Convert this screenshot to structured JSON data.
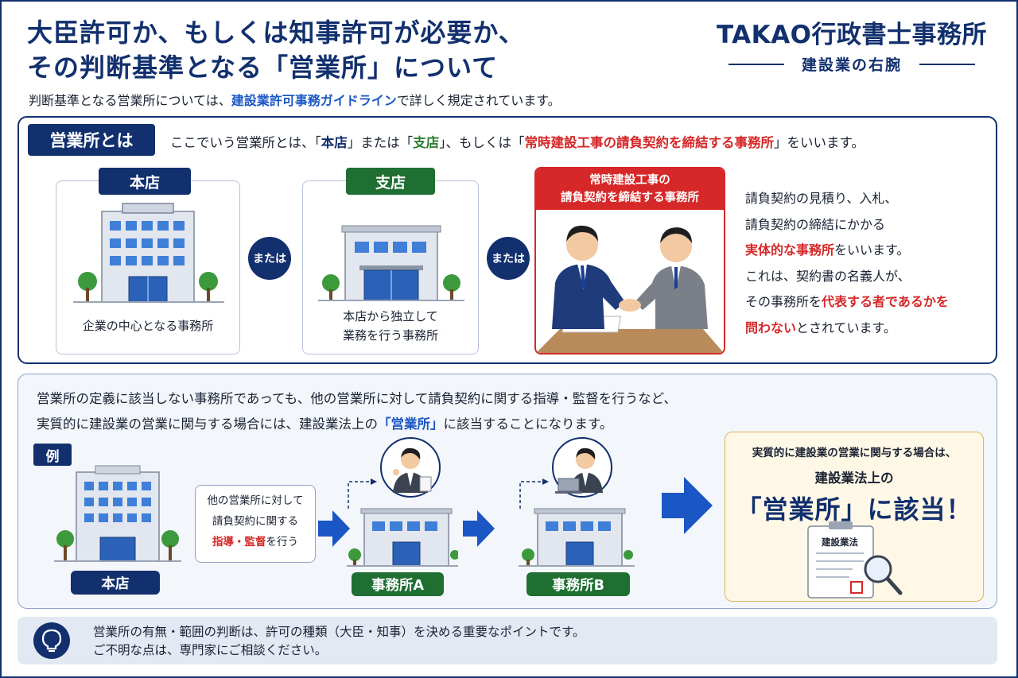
{
  "header": {
    "title_line1": "大臣許可か、もしくは知事許可が必要か、",
    "title_line2": "その判断基準となる「営業所」について",
    "brand_name": "TAKAO行政書士事務所",
    "brand_sub": "建設業の右腕",
    "subtitle_pre": "判断基準となる営業所については、",
    "subtitle_link": "建設業許可事務ガイドライン",
    "subtitle_post": "で詳しく規定されています。"
  },
  "definition": {
    "tag": "営業所とは",
    "text_a": "ここでいう営業所とは、「",
    "honten": "本店",
    "text_b": "」または「",
    "shiten": "支店",
    "text_c": "」、もしくは「",
    "office": "常時建設工事の請負契約を締結する事務所",
    "text_d": "」をいいます。"
  },
  "cards": {
    "honten_label": "本店",
    "honten_desc": "企業の中心となる事務所",
    "or1": "または",
    "shiten_label": "支店",
    "shiten_desc1": "本店から独立して",
    "shiten_desc2": "業務を行う事務所",
    "or2": "または",
    "office_label1": "常時建設工事の",
    "office_label2": "請負契約を締結する事務所"
  },
  "side": {
    "line1": "請負契約の見積り、入札、",
    "line2": "請負契約の締結にかかる",
    "line3_red": "実体的な事務所",
    "line3_post": "をいいます。",
    "line4": "これは、契約書の名義人が、",
    "line5_pre": "その事務所を",
    "line5_red": "代表する者であるかを",
    "line6_red": "問わない",
    "line6_post": "とされています。"
  },
  "section2": {
    "line1": "営業所の定義に該当しない事務所であっても、他の営業所に対して請負契約に関する指導・監督を行うなど、",
    "line2_pre": "実質的に建設業の営業に関与する場合には、建設業法上の",
    "line2_link": "「営業所」",
    "line2_post": "に該当することになります。",
    "example_tag": "例",
    "honten_pill": "本店",
    "guide1": "他の営業所に対して",
    "guide2": "請負契約に関する",
    "guide3_red": "指導・監督",
    "guide3_post": "を行う",
    "office_a": "事務所A",
    "office_b": "事務所B",
    "result1": "実質的に建設業の営業に関与する場合は、",
    "result2": "建設業法上の",
    "result3": "「営業所」に該当！",
    "doc_title": "建設業法"
  },
  "footer": {
    "line1": "営業所の有無・範囲の判断は、許可の種類（大臣・知事）を決める重要なポイントです。",
    "line2": "ご不明な点は、専門家にご相談ください。"
  },
  "colors": {
    "navy": "#12306e",
    "red": "#d62828",
    "green": "#1f6e32",
    "gold_border": "#e0b45a"
  }
}
